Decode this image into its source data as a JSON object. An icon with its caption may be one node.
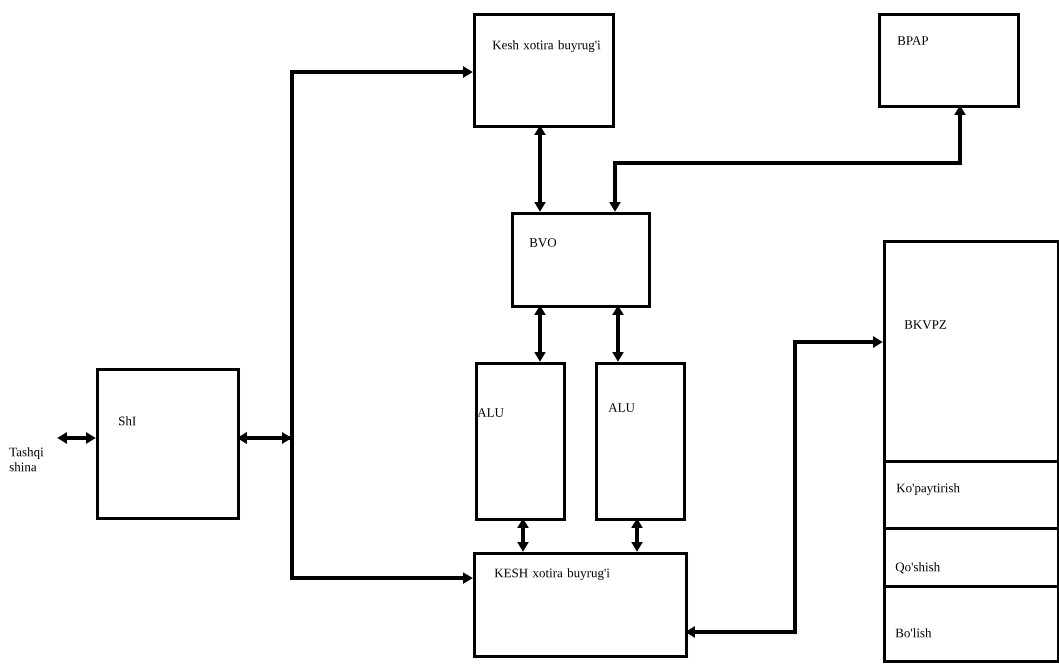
{
  "diagram": {
    "nodes": [
      {
        "text": [
          "Kesh xotira buyrug'i"
        ]
      },
      {
        "text": [
          "BPAP"
        ]
      },
      {
        "text": [
          "BVO"
        ]
      },
      {
        "text": [
          "ShI"
        ]
      },
      {
        "text": [
          "ALU"
        ]
      },
      {
        "text": [
          "ALU"
        ]
      },
      {
        "text": [
          "BKVPZ"
        ]
      },
      {
        "text": [
          "Ko'paytirish"
        ]
      },
      {
        "text": [
          "Qo'shish"
        ]
      },
      {
        "text": [
          "Bo'lish"
        ]
      },
      {
        "text": [
          "KESH xotira buyrug'i"
        ]
      }
    ],
    "edges": [
      {
        "from": null,
        "to": 3,
        "arrow": "both"
      },
      {
        "from": 3,
        "to": 0,
        "arrow": "both"
      },
      {
        "from": 3,
        "to": 10,
        "arrow": "both"
      },
      {
        "from": 0,
        "to": 2,
        "arrow": "both"
      },
      {
        "from": 1,
        "to": 2,
        "arrow": "both"
      },
      {
        "from": 2,
        "to": 4,
        "arrow": "both"
      },
      {
        "from": 2,
        "to": 5,
        "arrow": "both"
      },
      {
        "from": 4,
        "to": 10,
        "arrow": "both"
      },
      {
        "from": 5,
        "to": 10,
        "arrow": "both"
      },
      {
        "from": 10,
        "to": 6,
        "arrow": "both"
      }
    ],
    "labels": [
      "Tashqi shina"
    ]
  }
}
